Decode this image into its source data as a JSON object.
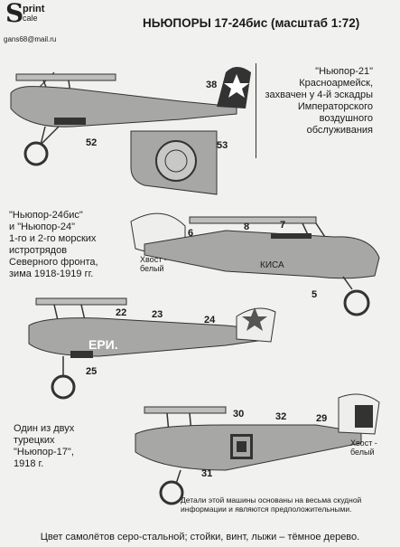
{
  "logo": {
    "s": "S",
    "print": "print",
    "scale": "cale"
  },
  "email": "gans68@mail.ru",
  "title": "НЬЮПОРЫ 17-24бис (масштаб 1:72)",
  "captions": {
    "n21": "\"Ньюпор-21\"\nКрасноармейск,\nзахвачен у 4-й эскадры\nИмператорского\nвоздушного\nобслуживания",
    "n24": "\"Ньюпор-24бис\"\nи \"Ньюпор-24\"\n1-го и 2-го морских\nистротрядов\nСеверного фронта,\nзима 1918-1919 гг.",
    "tail1": "Хвост -\nбелый",
    "n17": "Один из двух\nтурецких\n\"Ньюпор-17\",\n1918 г.",
    "tail2": "Хвост -\nбелый",
    "note": "Детали этой машины основаны на весьма скудной\nинформации и являются предположительными."
  },
  "footer": "Цвет самолётов серо-стальной; стойки, винт, лыжи – тёмное дерево.",
  "numbers": {
    "n38": "38",
    "n52": "52",
    "n53": "53",
    "n6": "6",
    "n8": "8",
    "n7": "7",
    "n5": "5",
    "n22": "22",
    "n23": "23",
    "n24": "24",
    "n25": "25",
    "n30": "30",
    "n32": "32",
    "n29": "29",
    "n31": "31"
  },
  "fuselage_text": {
    "kisa": "КИСА",
    "eri": "ЕРИ."
  },
  "colors": {
    "aircraft": "#a7a7a5",
    "dark": "#333333",
    "star": "#555555"
  }
}
